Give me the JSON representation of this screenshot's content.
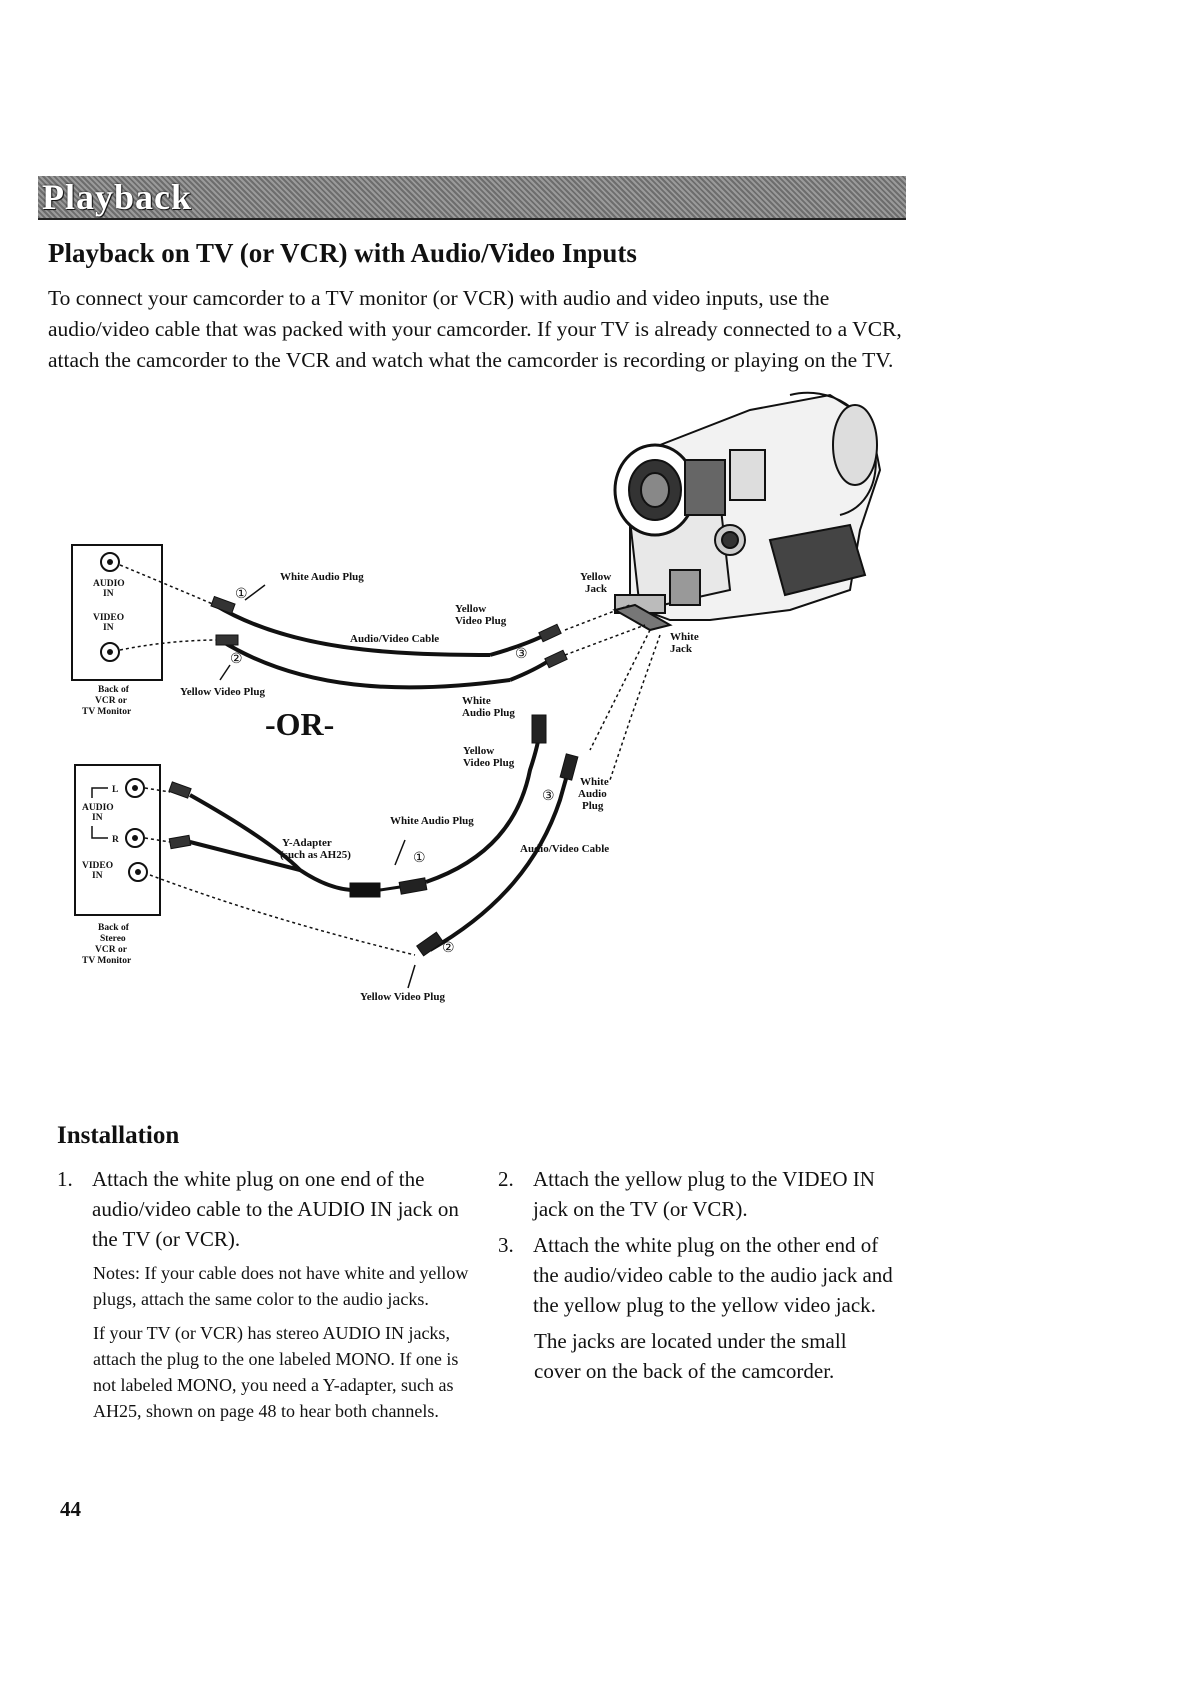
{
  "header": {
    "section": "Playback"
  },
  "title": "Playback on TV (or VCR) with Audio/Video Inputs",
  "intro": "To connect your camcorder to a TV monitor (or VCR) with audio and video inputs, use the audio/video cable that was packed with your camcorder. If your TV is already connected to a VCR, attach the camcorder to the VCR and watch what the camcorder is recording or playing on the TV.",
  "diagram": {
    "or_label": "-OR-",
    "top_panel": {
      "audio_in": "AUDIO",
      "audio_in2": "IN",
      "video_in": "VIDEO",
      "video_in2": "IN",
      "caption1": "Back of",
      "caption2": "VCR or",
      "caption3": "TV Monitor"
    },
    "bottom_panel": {
      "l": "L",
      "r": "R",
      "audio_in": "AUDIO",
      "audio_in2": "IN",
      "video_in": "VIDEO",
      "video_in2": "IN",
      "caption1": "Back of",
      "caption2": "Stereo",
      "caption3": "VCR or",
      "caption4": "TV Monitor"
    },
    "labels": {
      "white_audio_plug": "White Audio Plug",
      "yellow_video_plug_top": "Yellow Video Plug",
      "yellow": "Yellow",
      "video_plug": "Video Plug",
      "av_cable": "Audio/Video Cable",
      "yellow_jack1": "Yellow",
      "yellow_jack2": "Jack",
      "white_jack1": "White",
      "white_jack2": "Jack",
      "white": "White",
      "audio_plug": "Audio Plug",
      "yellow2": "Yellow",
      "video_plug2": "Video Plug",
      "white3": "White",
      "audio3": "Audio",
      "plug3": "Plug",
      "white_audio_plug2": "White Audio Plug",
      "y_adapter": "Y-Adapter",
      "such_as": "(such as AH25)",
      "av_cable2": "Audio/Video Cable",
      "yellow_video_plug_bottom": "Yellow Video Plug",
      "n1": "①",
      "n2": "②",
      "n3": "③"
    }
  },
  "installation": {
    "heading": "Installation",
    "step1": {
      "num": "1.",
      "text": "Attach the white plug on one end of the audio/video cable to the AUDIO IN jack on the TV (or VCR)."
    },
    "notes": "Notes: If your cable does not have white and yellow plugs, attach the same color to the audio jacks.",
    "stereo_note": "If your TV (or VCR) has stereo AUDIO IN jacks, attach the plug to the one labeled MONO. If one is not labeled MONO, you need a Y-adapter, such as AH25, shown on page 48 to hear both channels.",
    "step2": {
      "num": "2.",
      "text": "Attach the yellow plug to the VIDEO IN jack on the TV (or VCR)."
    },
    "step3": {
      "num": "3.",
      "text": "Attach the white plug on the other end of the audio/video cable to the audio jack and the yellow plug to the yellow video jack."
    },
    "jacks_note": "The jacks are located under the small cover on the back of the camcorder."
  },
  "page_number": "44"
}
